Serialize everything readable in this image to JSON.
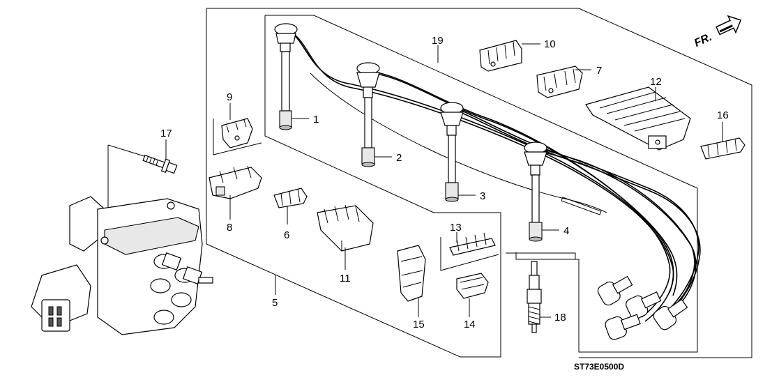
{
  "diagram": {
    "direction_label": "FR.",
    "diagram_code": "ST73E0500D",
    "callouts": {
      "c1": "1",
      "c2": "2",
      "c3": "3",
      "c4": "4",
      "c5": "5",
      "c6": "6",
      "c7": "7",
      "c8": "8",
      "c9": "9",
      "c10": "10",
      "c11": "11",
      "c12": "12",
      "c13": "13",
      "c14": "14",
      "c15": "15",
      "c16": "16",
      "c17": "17",
      "c18": "18",
      "c19": "19"
    }
  }
}
